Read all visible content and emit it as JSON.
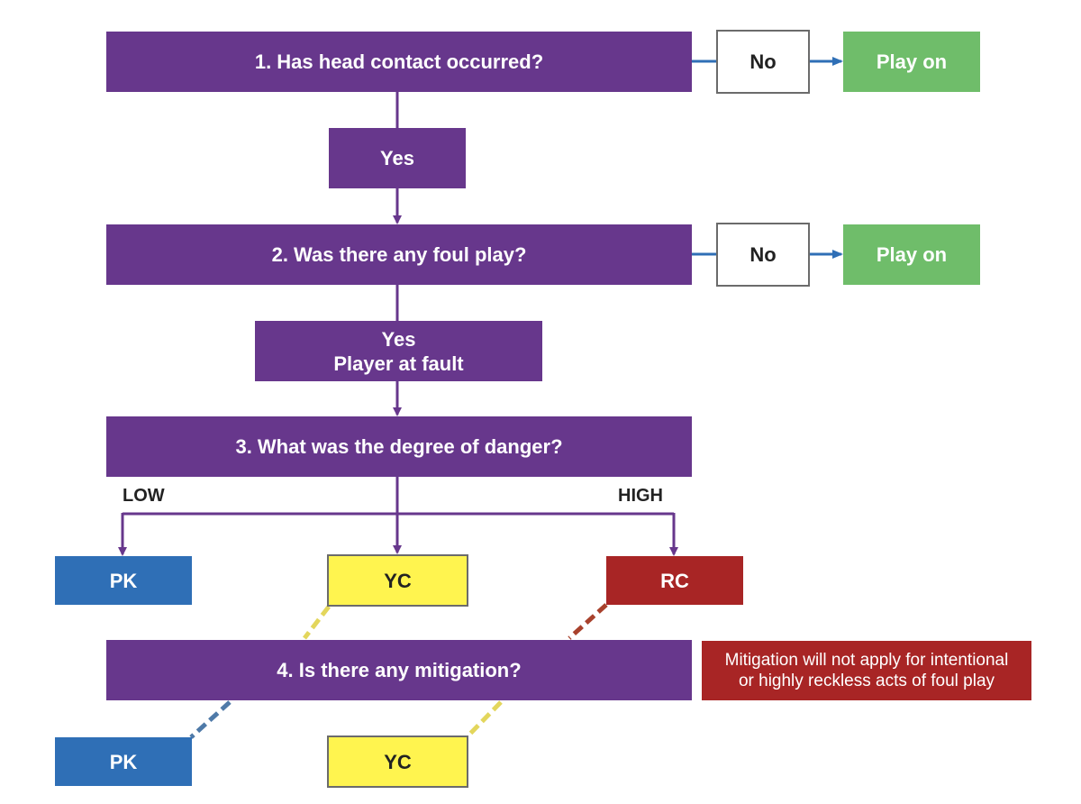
{
  "colors": {
    "question_box": "#67378c",
    "play_on_box": "#6fbd6a",
    "penalty_kick_box": "#2f6fb6",
    "yellow_card_box": "#fff44f",
    "red_card_box": "#a82525",
    "no_arrow": "#2f6fb6"
  },
  "step1": {
    "question": "1. Has head contact occurred?",
    "no_label": "No",
    "no_outcome": "Play on",
    "yes_label": "Yes"
  },
  "step2": {
    "question": "2. Was there any foul play?",
    "no_label": "No",
    "no_outcome": "Play on",
    "yes_label": "Yes",
    "yes_detail": "Player at fault"
  },
  "step3": {
    "question": "3. What was the degree of danger?",
    "low_label": "LOW",
    "high_label": "HIGH",
    "outcomes": [
      "PK",
      "YC",
      "RC"
    ]
  },
  "step4": {
    "question": "4. Is there any mitigation?",
    "note_line1": "Mitigation will not apply for intentional",
    "note_line2": "or highly reckless acts of foul play",
    "outcomes": [
      "PK",
      "YC"
    ]
  }
}
